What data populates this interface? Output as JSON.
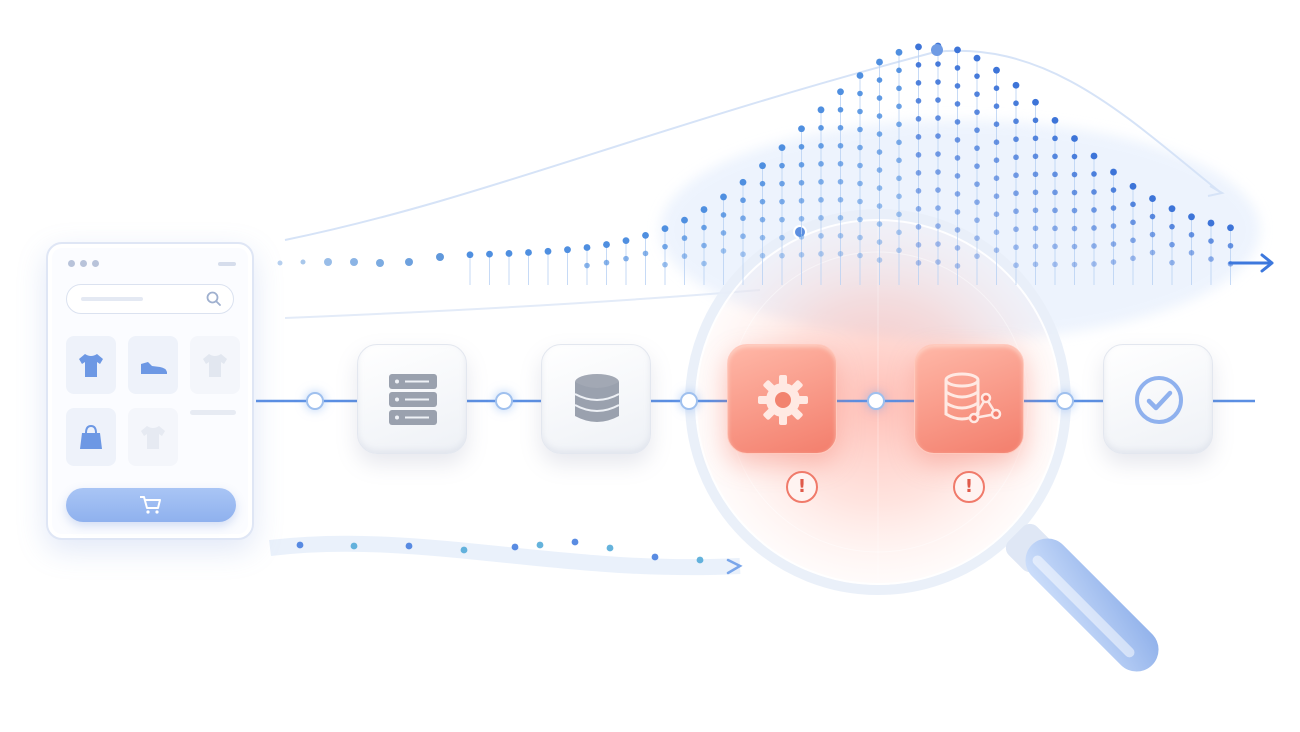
{
  "colors": {
    "accent_blue": "#4a86e0",
    "light_blue": "#9fc0ee",
    "alert_red": "#f37e6c",
    "neutral_card": "#eef1f6"
  },
  "storefront": {
    "icons": [
      "tshirt-icon",
      "sneaker-icon",
      "tshirt-icon",
      "handbag-icon",
      "tshirt-icon",
      "search-icon",
      "cart-icon"
    ]
  },
  "pipeline": {
    "stages": [
      {
        "icon": "server-rack-icon",
        "state": "normal"
      },
      {
        "icon": "database-icon",
        "state": "normal"
      },
      {
        "icon": "gear-icon",
        "state": "alert"
      },
      {
        "icon": "database-network-icon",
        "state": "alert"
      },
      {
        "icon": "check-circle-icon",
        "state": "ok"
      }
    ]
  },
  "warnings": [
    {
      "stage": 3,
      "mark": "!"
    },
    {
      "stage": 4,
      "mark": "!"
    }
  ],
  "decorations": [
    "magnifier-icon",
    "data-wave-dots",
    "flow-arrows"
  ]
}
